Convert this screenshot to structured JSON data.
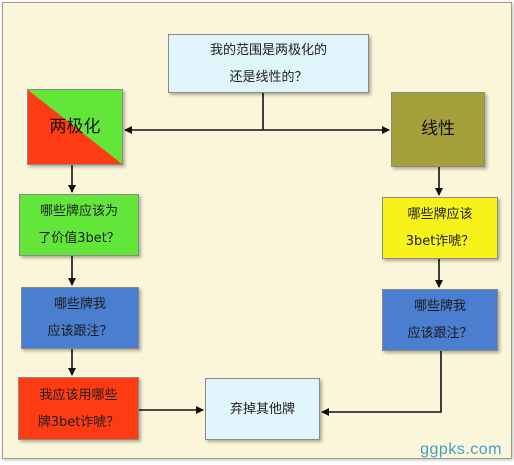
{
  "nodes": {
    "top_question": "我的范围是两极化的\n还是线性的？",
    "polarized": "两极化",
    "linear": "线性",
    "left_value": "哪些牌应该为\n了价值3bet？",
    "right_bluff": "哪些牌应该\n3bet诈唬？",
    "left_call": "哪些牌我\n应该跟注？",
    "right_call": "哪些牌我\n应该跟注？",
    "left_bluff": "我应该用哪些\n牌3bet诈唬？",
    "fold": "弃掉其他牌"
  },
  "colors": {
    "panel_bg": "#fbf6d9",
    "light_blue": "#dff4fb",
    "green": "#63e63a",
    "red": "#ff3b14",
    "olive": "#a6a03a",
    "yellow": "#f7f21a",
    "blue": "#4a7fd0"
  },
  "watermark": "ggpks.com"
}
